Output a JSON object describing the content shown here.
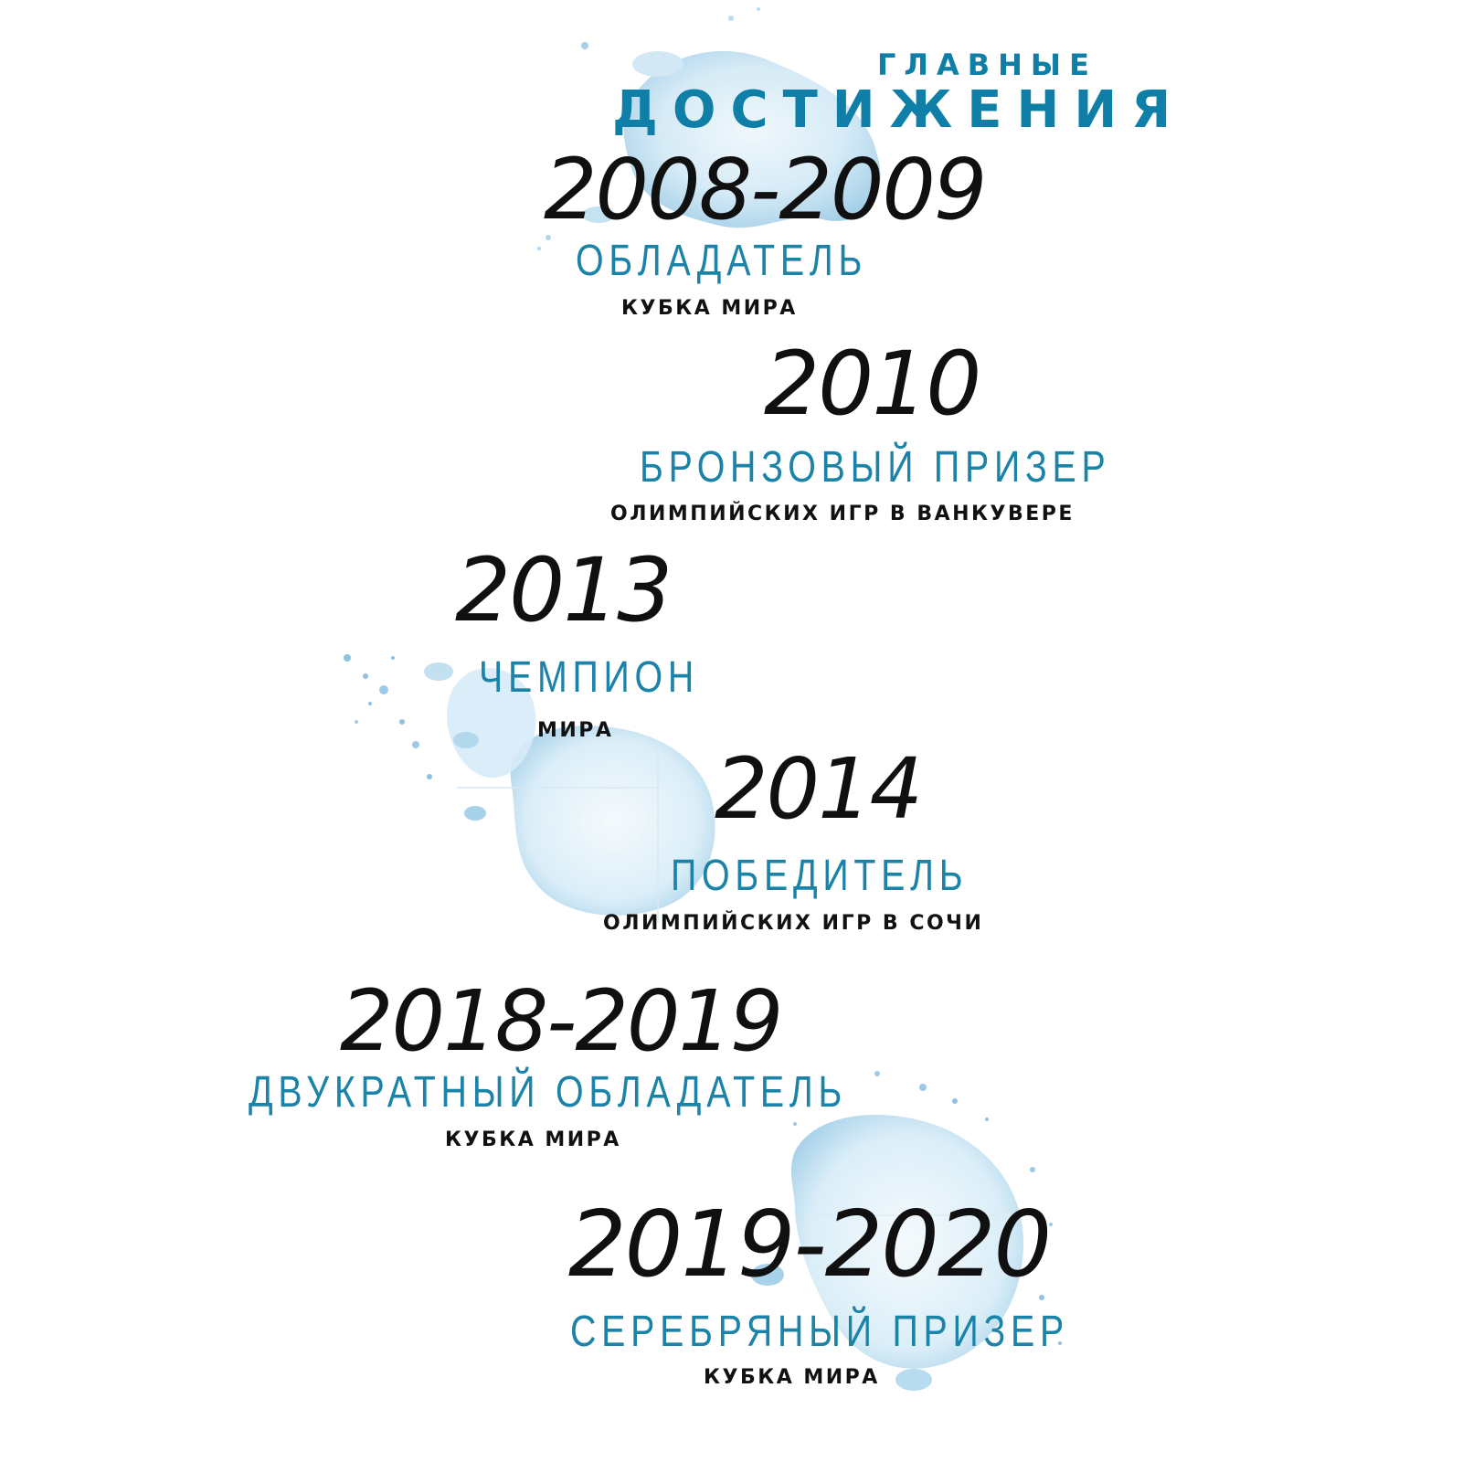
{
  "header": {
    "line1": "ГЛАВНЫЕ",
    "line2": "ДОСТИЖЕНИЯ"
  },
  "achievements": [
    {
      "year": "2008-2009",
      "title": "ОБЛАДАТЕЛЬ",
      "subtitle": "КУБКА МИРА"
    },
    {
      "year": "2010",
      "title": "БРОНЗОВЫЙ ПРИЗЕР",
      "subtitle": "ОЛИМПИЙСКИХ ИГР В ВАНКУВЕРЕ"
    },
    {
      "year": "2013",
      "title": "ЧЕМПИОН",
      "subtitle": "МИРА"
    },
    {
      "year": "2014",
      "title": "ПОБЕДИТЕЛЬ",
      "subtitle": "ОЛИМПИЙСКИХ ИГР В СОЧИ"
    },
    {
      "year": "2018-2019",
      "title": "ДВУКРАТНЫЙ ОБЛАДАТЕЛЬ",
      "subtitle": "КУБКА МИРА"
    },
    {
      "year": "2019-2020",
      "title": "СЕРЕБРЯНЫЙ ПРИЗЕР",
      "subtitle": "КУБКА МИРА"
    }
  ],
  "colors": {
    "accent": "#0f7fa8",
    "year_ink": "#101010",
    "subtitle": "#111111",
    "splash": "#a9d3ea"
  }
}
